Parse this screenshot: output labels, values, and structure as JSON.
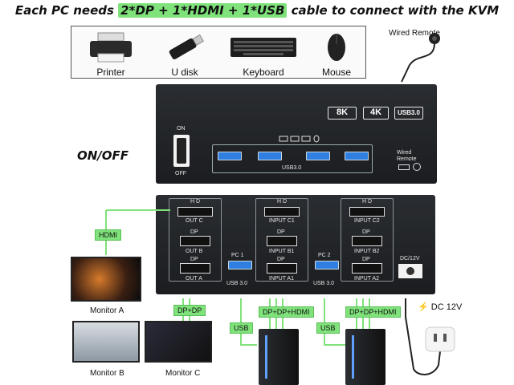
{
  "headline": {
    "prefix": "Each PC needs ",
    "highlight": "2*DP + 1*HDMI + 1*USB",
    "suffix": " cable to connect with the KVM"
  },
  "peripherals": [
    {
      "label": "Printer",
      "icon": "printer-icon"
    },
    {
      "label": "U disk",
      "icon": "usb-drive-icon"
    },
    {
      "label": "Keyboard",
      "icon": "keyboard-icon"
    },
    {
      "label": "Mouse",
      "icon": "mouse-icon"
    }
  ],
  "wired_remote_label": "Wired Remote",
  "top_unit": {
    "badges": [
      "8K",
      "4K",
      "USB3.0"
    ],
    "power_on": "ON",
    "power_off": "OFF",
    "usb_panel_label": "USB3.0",
    "wired_remote_port": "Wired Remote"
  },
  "onoff_label": "ON/OFF",
  "front_unit": {
    "groups": [
      {
        "hdmi": "H D",
        "hdmi_label": "OUT C",
        "dp1": "DP",
        "dp1_label": "OUT B",
        "dp2": "DP",
        "dp2_label": "OUT A"
      },
      {
        "hdmi": "H D",
        "hdmi_label": "INPUT C1",
        "dp1": "DP",
        "dp1_label": "INPUT B1",
        "dp2": "DP",
        "dp2_label": "INPUT A1"
      },
      {
        "hdmi": "H D",
        "hdmi_label": "INPUT C2",
        "dp1": "DP",
        "dp1_label": "INPUT B2",
        "dp2": "DP",
        "dp2_label": "INPUT A2"
      }
    ],
    "pc1": "PC 1",
    "pc2": "PC 2",
    "usb1": "USB 3.0",
    "usb2": "USB 3.0",
    "dc_label": "DC/12V"
  },
  "tags": {
    "hdmi": "HDMI",
    "dp_dp": "DP+DP",
    "usb1": "USB",
    "usb2": "USB",
    "pc1_cables": "DP+DP+HDMI",
    "pc2_cables": "DP+DP+HDMI"
  },
  "monitors": [
    "Monitor A",
    "Monitor B",
    "Monitor C"
  ],
  "dc_input_label": "DC 12V",
  "colors": {
    "highlight": "#7fe27a",
    "usb_blue": "#2e7fe0",
    "device": "#1f2124"
  }
}
